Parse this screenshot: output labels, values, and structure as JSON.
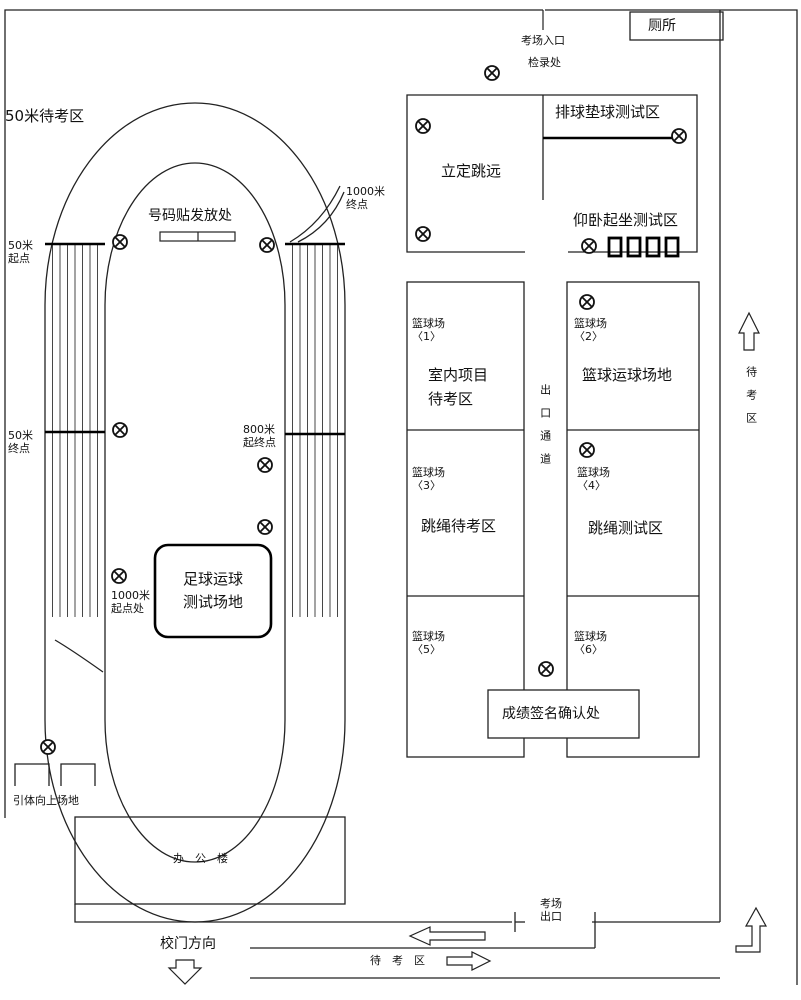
{
  "labels": {
    "toilet": "厕所",
    "entrance": "考场入口",
    "checkin": "检录处",
    "wait50": "50米待考区",
    "volley": "排球垫球测试区",
    "longjump": "立定跳远",
    "situp": "仰卧起坐测试区",
    "finish1000": "1000米\n终点",
    "numbers": "号码贴发放处",
    "start50": "50米\n起点",
    "end50": "50米\n终点",
    "run800": "800米\n起终点",
    "start1000": "1000米\n起点处",
    "football": "足球运球\n测试场地",
    "pullup": "引体向上场地",
    "office": "办　公　楼",
    "exit_channel": "出口通道",
    "right_wait": "待考区",
    "exam_exit": "考场\n出口",
    "gate": "校门方向",
    "bottom_wait": "待　考　区",
    "confirm": "成绩签名确认处"
  },
  "courts": {
    "c1": "篮球场\n〈1〉",
    "c2": "篮球场\n〈2〉",
    "c3": "篮球场\n〈3〉",
    "c4": "篮球场\n〈4〉",
    "c5": "篮球场\n〈5〉",
    "c6": "篮球场\n〈6〉"
  },
  "zones": {
    "indoor_wait": "室内项目\n待考区",
    "dribble": "篮球运球场地",
    "rope_wait": "跳绳待考区",
    "rope_test": "跳绳测试区"
  }
}
